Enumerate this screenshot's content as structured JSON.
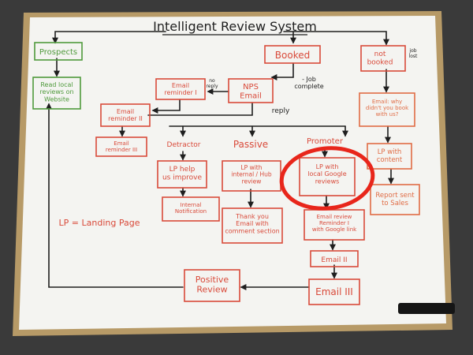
{
  "title": "Intelligent Review System",
  "colors": {
    "red": "#d94a3a",
    "green": "#4f9a3c",
    "black": "#1e1e1e",
    "orange": "#e06c45",
    "highlight": "#e8261b",
    "board": "#f4f4f1",
    "frame": "#b79a67",
    "floor": "#3a3a3a"
  },
  "nodes": {
    "prospects": [
      "Prospects"
    ],
    "read_local": [
      "Read local",
      "reviews on",
      "Website"
    ],
    "booked": [
      "Booked"
    ],
    "not_booked": [
      "not",
      "booked"
    ],
    "job_lost": [
      "job",
      "lost"
    ],
    "job_complete": [
      "- Job",
      "complete"
    ],
    "nps_email": [
      "NPS",
      "Email"
    ],
    "no_reply": [
      "no",
      "reply"
    ],
    "reply": [
      "reply"
    ],
    "email_reminder_1": [
      "Email",
      "reminder I"
    ],
    "email_reminder_2": [
      "Email",
      "reminder II"
    ],
    "email_reminder_3": [
      "Email",
      "reminder III"
    ],
    "detractor": [
      "Detractor"
    ],
    "passive": [
      "Passive"
    ],
    "promoter": [
      "Promoter"
    ],
    "lp_help": [
      "LP help",
      "us improve"
    ],
    "internal_notification": [
      "Internal",
      "Notification"
    ],
    "lp_internal": [
      "LP with",
      "internal / Hub",
      "review"
    ],
    "thank_you": [
      "Thank you",
      "Email with",
      "comment section"
    ],
    "lp_google": [
      "LP with",
      "local Google",
      "reviews"
    ],
    "email_review_reminder": [
      "Email review",
      "Reminder I",
      "with Google link"
    ],
    "email_2": [
      "Email II"
    ],
    "email_3": [
      "Email III"
    ],
    "positive_review": [
      "Positive",
      "Review"
    ],
    "email_why": [
      "Email: why",
      "didn't you book",
      "with us?"
    ],
    "lp_content": [
      "LP with",
      "content"
    ],
    "report_sales": [
      "Report sent",
      "to Sales"
    ],
    "legend": [
      "LP = Landing Page"
    ]
  }
}
